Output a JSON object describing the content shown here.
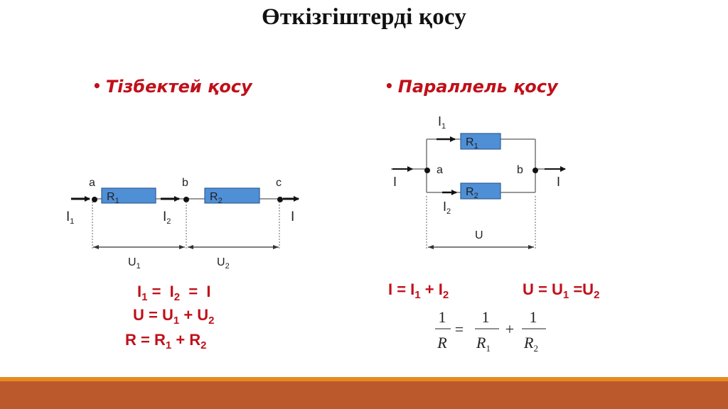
{
  "slide": {
    "title": "Өткізгіштерді қосу",
    "colors": {
      "accent_red": "#c0101a",
      "resistor_fill": "#4f8fd6",
      "footer_stripe": "#e58a1f",
      "footer_band": "#bb582c"
    }
  },
  "series": {
    "heading": "Тізбектей қосу",
    "bullet": "•",
    "nodes": [
      "a",
      "b",
      "c"
    ],
    "resistors": [
      {
        "label": "R",
        "sub": "1"
      },
      {
        "label": "R",
        "sub": "2"
      }
    ],
    "currents": [
      {
        "label": "I",
        "sub": "1"
      },
      {
        "label": "I",
        "sub": "2"
      },
      {
        "label": "I",
        "sub": ""
      }
    ],
    "voltages": [
      {
        "label": "U",
        "sub": "1"
      },
      {
        "label": "U",
        "sub": "2"
      }
    ],
    "formulas": {
      "f1": {
        "a": "I",
        "a_sub": "1",
        "eq1": " =  ",
        "b": "I",
        "b_sub": "2",
        "eq2": "  =  I"
      },
      "f2": {
        "lhs": "U = U",
        "s1": "1",
        "plus": " + U",
        "s2": "2"
      },
      "f3": {
        "lhs": "R = R",
        "s1": "1",
        "plus": " + R",
        "s2": "2"
      }
    }
  },
  "parallel": {
    "heading": "Параллель қосу",
    "bullet": "•",
    "nodes": [
      "a",
      "b"
    ],
    "resistors": [
      {
        "label": "R",
        "sub": "1"
      },
      {
        "label": "R",
        "sub": "2"
      }
    ],
    "currents": [
      {
        "label": "I",
        "sub": "1"
      },
      {
        "label": "I",
        "sub": "2"
      },
      {
        "label": "I",
        "sub": ""
      },
      {
        "label": "I",
        "sub": ""
      }
    ],
    "voltage": {
      "label": "U"
    },
    "formulas": {
      "current": {
        "lhs": "I = I",
        "s1": "1",
        "plus": " + I",
        "s2": "2"
      },
      "voltage": {
        "lhs": "U = U",
        "s1": "1",
        "eq": " =U",
        "s2": "2"
      },
      "resistance": {
        "num": "1",
        "den": "R",
        "eq": "=",
        "t1_num": "1",
        "t1_den": "R",
        "t1_sub": "1",
        "plus": "+",
        "t2_num": "1",
        "t2_den": "R",
        "t2_sub": "2"
      }
    }
  }
}
